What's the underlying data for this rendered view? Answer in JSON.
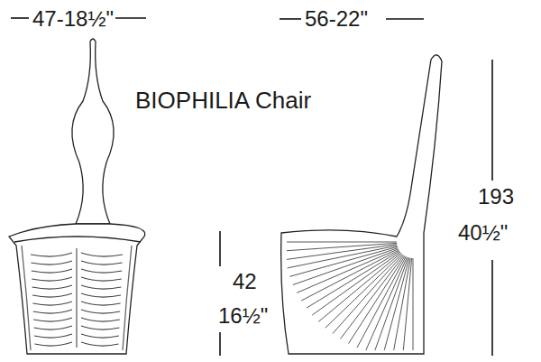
{
  "diagram": {
    "title": "BIOPHILIA Chair",
    "labels": [
      "47-18½\"",
      "56-22\"",
      "193",
      "40½\"",
      "42",
      "16½\""
    ]
  }
}
